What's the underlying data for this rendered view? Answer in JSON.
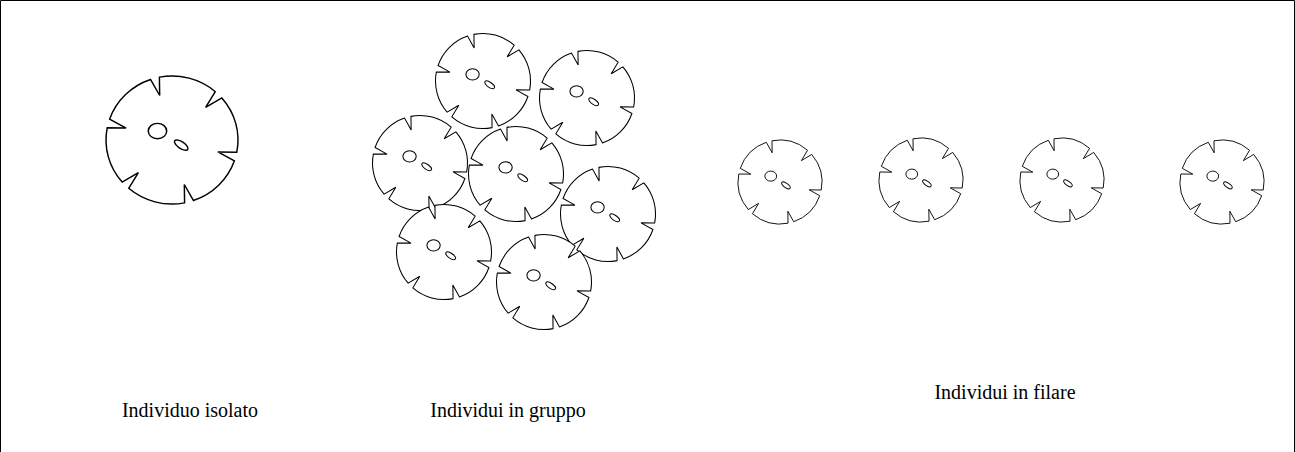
{
  "diagram": {
    "labels": [
      "Individuo isolato",
      "Individui in gruppo",
      "Individui in filare"
    ]
  }
}
